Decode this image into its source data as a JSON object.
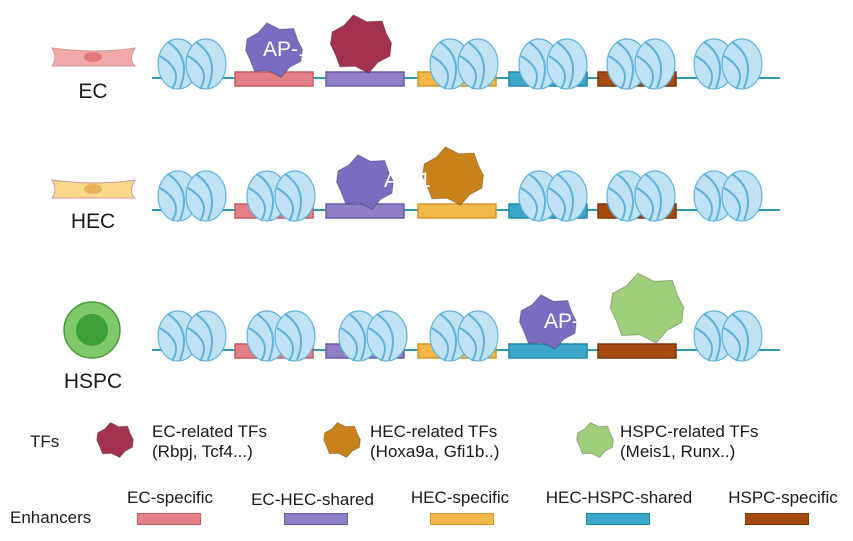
{
  "rows": [
    {
      "cell_label": "EC",
      "cell_color": "#f2a9a9",
      "cell_dot": "#e27a7a",
      "cell_shape": "flat",
      "accessible": [
        0,
        1
      ],
      "tf_label": "AP-1",
      "cofactor": "EC-related"
    },
    {
      "cell_label": "HEC",
      "cell_color": "#fbd98a",
      "cell_dot": "#e9b256",
      "cell_shape": "flat",
      "accessible": [
        1,
        2
      ],
      "tf_label": "AP-1",
      "cofactor": "HEC-related"
    },
    {
      "cell_label": "HSPC",
      "cell_color": "#7fc96a",
      "cell_dot": "#3f9f3a",
      "cell_shape": "round",
      "accessible": [
        3,
        4
      ],
      "tf_label": "AP-1",
      "cofactor": "HSPC-related"
    }
  ],
  "tf_legend": {
    "title": "TFs",
    "items": [
      {
        "key": "EC-related",
        "line1": "EC-related TFs",
        "line2": "(Rbpj, Tcf4...)",
        "color": "#a3324e"
      },
      {
        "key": "HEC-related",
        "line1": "HEC-related TFs",
        "line2": "(Hoxa9a, Gfi1b..)",
        "color": "#c9821a"
      },
      {
        "key": "HSPC-related",
        "line1": "HSPC-related TFs",
        "line2": "(Meis1, Runx..)",
        "color": "#9fcf7a"
      }
    ]
  },
  "enhancer_legend": {
    "title": "Enhancers",
    "items": [
      {
        "label": "EC-specific",
        "fill": "#e57f86",
        "stroke": "#c85a63"
      },
      {
        "label": "EC-HEC-shared",
        "fill": "#8f7fc4",
        "stroke": "#6b5ca8"
      },
      {
        "label": "HEC-specific",
        "fill": "#f3b84a",
        "stroke": "#d6962a"
      },
      {
        "label": "HEC-HSPC-shared",
        "fill": "#3aa6c8",
        "stroke": "#1f86a8"
      },
      {
        "label": "HSPC-specific",
        "fill": "#a54a10",
        "stroke": "#7d3408"
      }
    ]
  },
  "colors": {
    "dna": "#2e9bb5",
    "nucleosome": "#bfe2f5",
    "nucleosome_stroke": "#5fb3dc",
    "ap1": "#7a6cc0"
  }
}
